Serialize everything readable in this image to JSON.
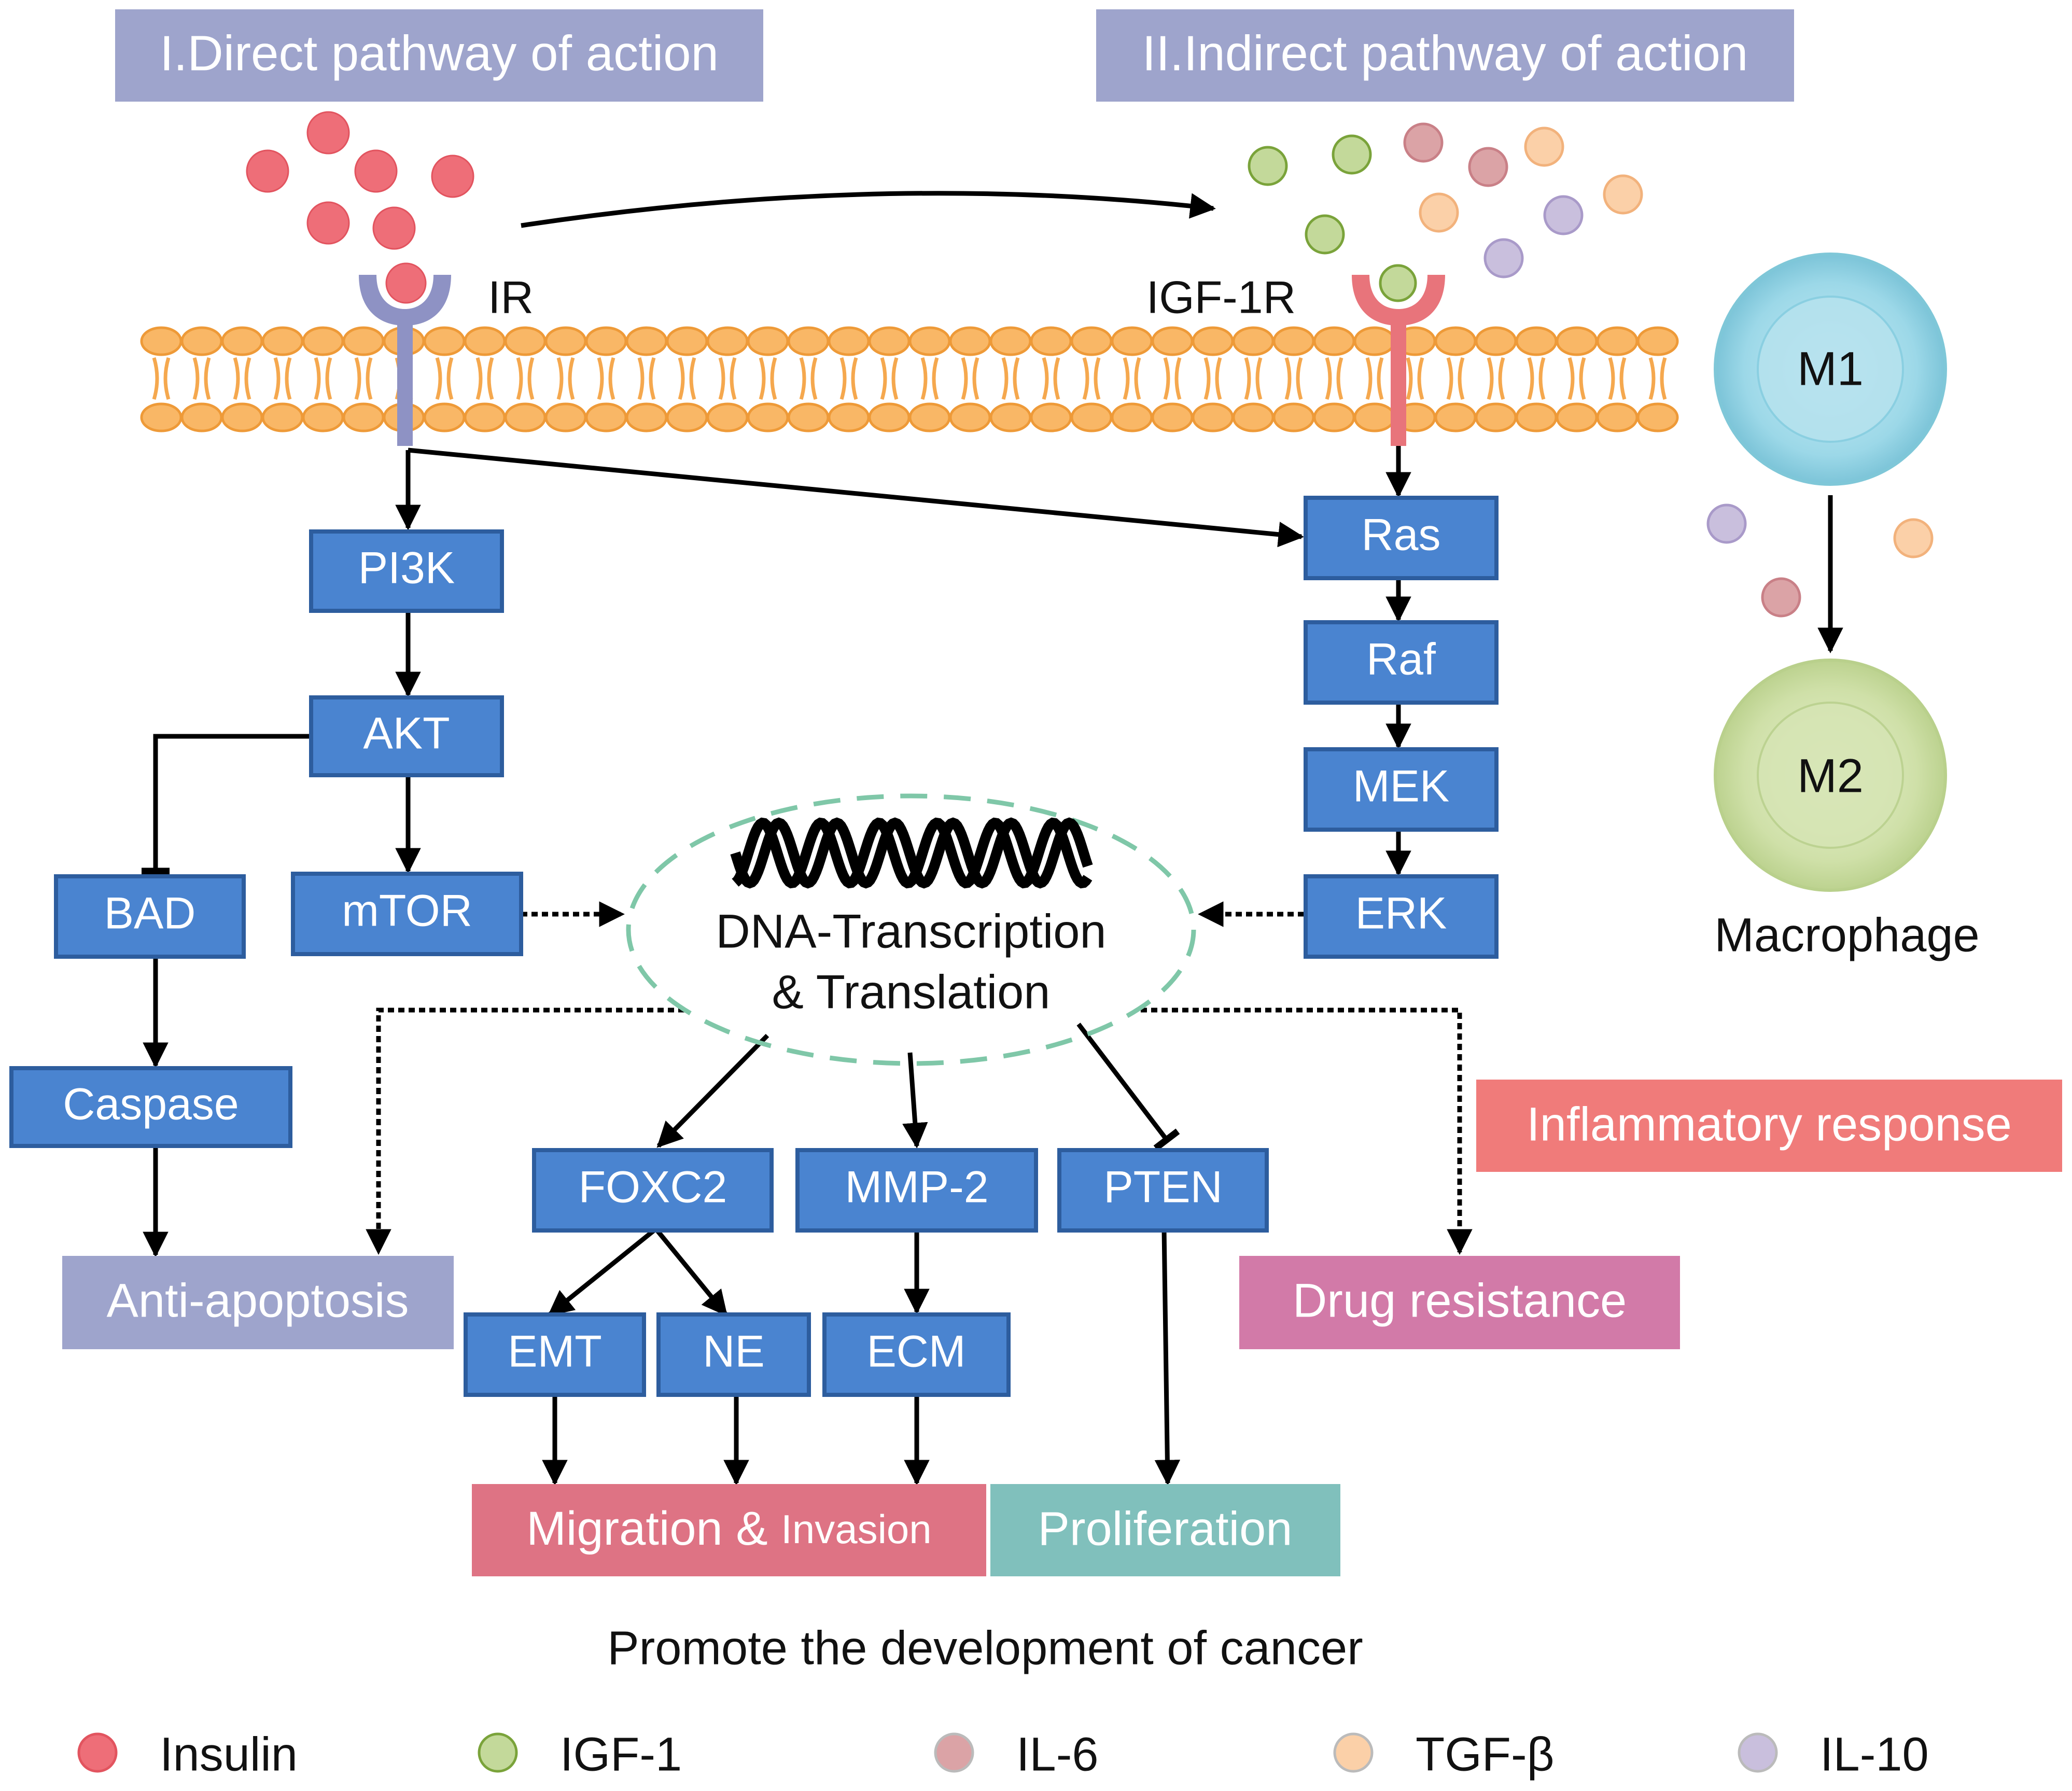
{
  "headers": {
    "direct": "I.Direct pathway of action",
    "indirect": "II.Indirect pathway of action"
  },
  "receptors": {
    "ir": "IR",
    "igf1r": "IGF-1R"
  },
  "nodes": {
    "pi3k": "PI3K",
    "akt": "AKT",
    "bad": "BAD",
    "mtor": "mTOR",
    "caspase": "Caspase",
    "ras": "Ras",
    "raf": "Raf",
    "mek": "MEK",
    "erk": "ERK",
    "foxc2": "FOXC2",
    "mmp2": "MMP-2",
    "pten": "PTEN",
    "emt": "EMT",
    "ne": "NE",
    "ecm": "ECM"
  },
  "dna": {
    "line1": "DNA-Transcription",
    "line2": "& Translation"
  },
  "outcomes": {
    "anti_apoptosis": "Anti-apoptosis",
    "migration_a": "Migration & ",
    "migration_b": "Invasion",
    "proliferation": "Proliferation",
    "drug_resistance": "Drug resistance",
    "inflammatory": "Inflammatory response"
  },
  "macrophage": {
    "m1": "M1",
    "m2": "M2",
    "label": "Macrophage"
  },
  "footer": "Promote the development of cancer",
  "legend": [
    {
      "label": "Insulin",
      "color": "#ee6e78",
      "icon": "insulin-dot-icon"
    },
    {
      "label": "IGF-1",
      "color": "#c3d99a",
      "icon": "igf1-dot-icon"
    },
    {
      "label": "IL-6",
      "color": "#dba3a6",
      "icon": "il6-dot-icon"
    },
    {
      "label": "TGF-β",
      "color": "#fbd0a8",
      "icon": "tgfb-dot-icon"
    },
    {
      "label": "IL-10",
      "color": "#c9bfdd",
      "icon": "il10-dot-icon"
    }
  ],
  "colors": {
    "node_fill": "#4a84d0",
    "node_border": "#2d5d9e",
    "header_fill": "#9ea4cc",
    "anti_apoptosis_fill": "#9ea4cc",
    "migration_fill": "#de7384",
    "proliferation_fill": "#80c0bc",
    "drug_resistance_fill": "#d27aa8",
    "inflammatory_fill": "#f07b7a",
    "membrane": "#f5a84e",
    "ir_receptor": "#8e92c4",
    "igf1r_receptor": "#e8747b",
    "m1_fill": "#8ccfe0",
    "m2_fill": "#c5d89a",
    "dna_ellipse": "#7fc7a8"
  }
}
